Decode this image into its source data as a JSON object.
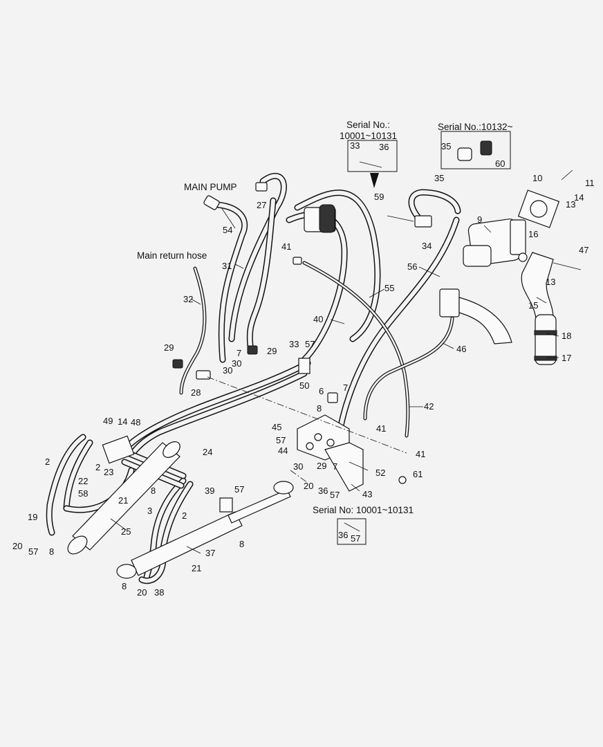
{
  "captions": {
    "main_pump": "MAIN PUMP",
    "main_return_hose": "Main return hose",
    "serial_top_left": "Serial No.:",
    "serial_top_left_range": "10001~10131",
    "serial_top_right": "Serial No.:10132~",
    "serial_bottom": "Serial No:  10001~10131"
  },
  "callouts": [
    "11",
    "10",
    "14",
    "13",
    "35",
    "59",
    "9",
    "16",
    "47",
    "13",
    "15",
    "18",
    "17",
    "27",
    "54",
    "41",
    "31",
    "56",
    "55",
    "32",
    "40",
    "46",
    "29",
    "33",
    "57",
    "29",
    "7",
    "30",
    "30",
    "50",
    "28",
    "6",
    "7",
    "42",
    "8",
    "41",
    "45",
    "57",
    "44",
    "41",
    "49",
    "14",
    "48",
    "2",
    "2",
    "22",
    "23",
    "58",
    "21",
    "24",
    "57",
    "39",
    "8",
    "30",
    "29",
    "7",
    "52",
    "61",
    "20",
    "36",
    "57",
    "43",
    "19",
    "20",
    "57",
    "8",
    "25",
    "3",
    "2",
    "37",
    "21",
    "8",
    "20",
    "38",
    "8",
    "33",
    "36",
    "35",
    "60",
    "34",
    "36",
    "57"
  ]
}
